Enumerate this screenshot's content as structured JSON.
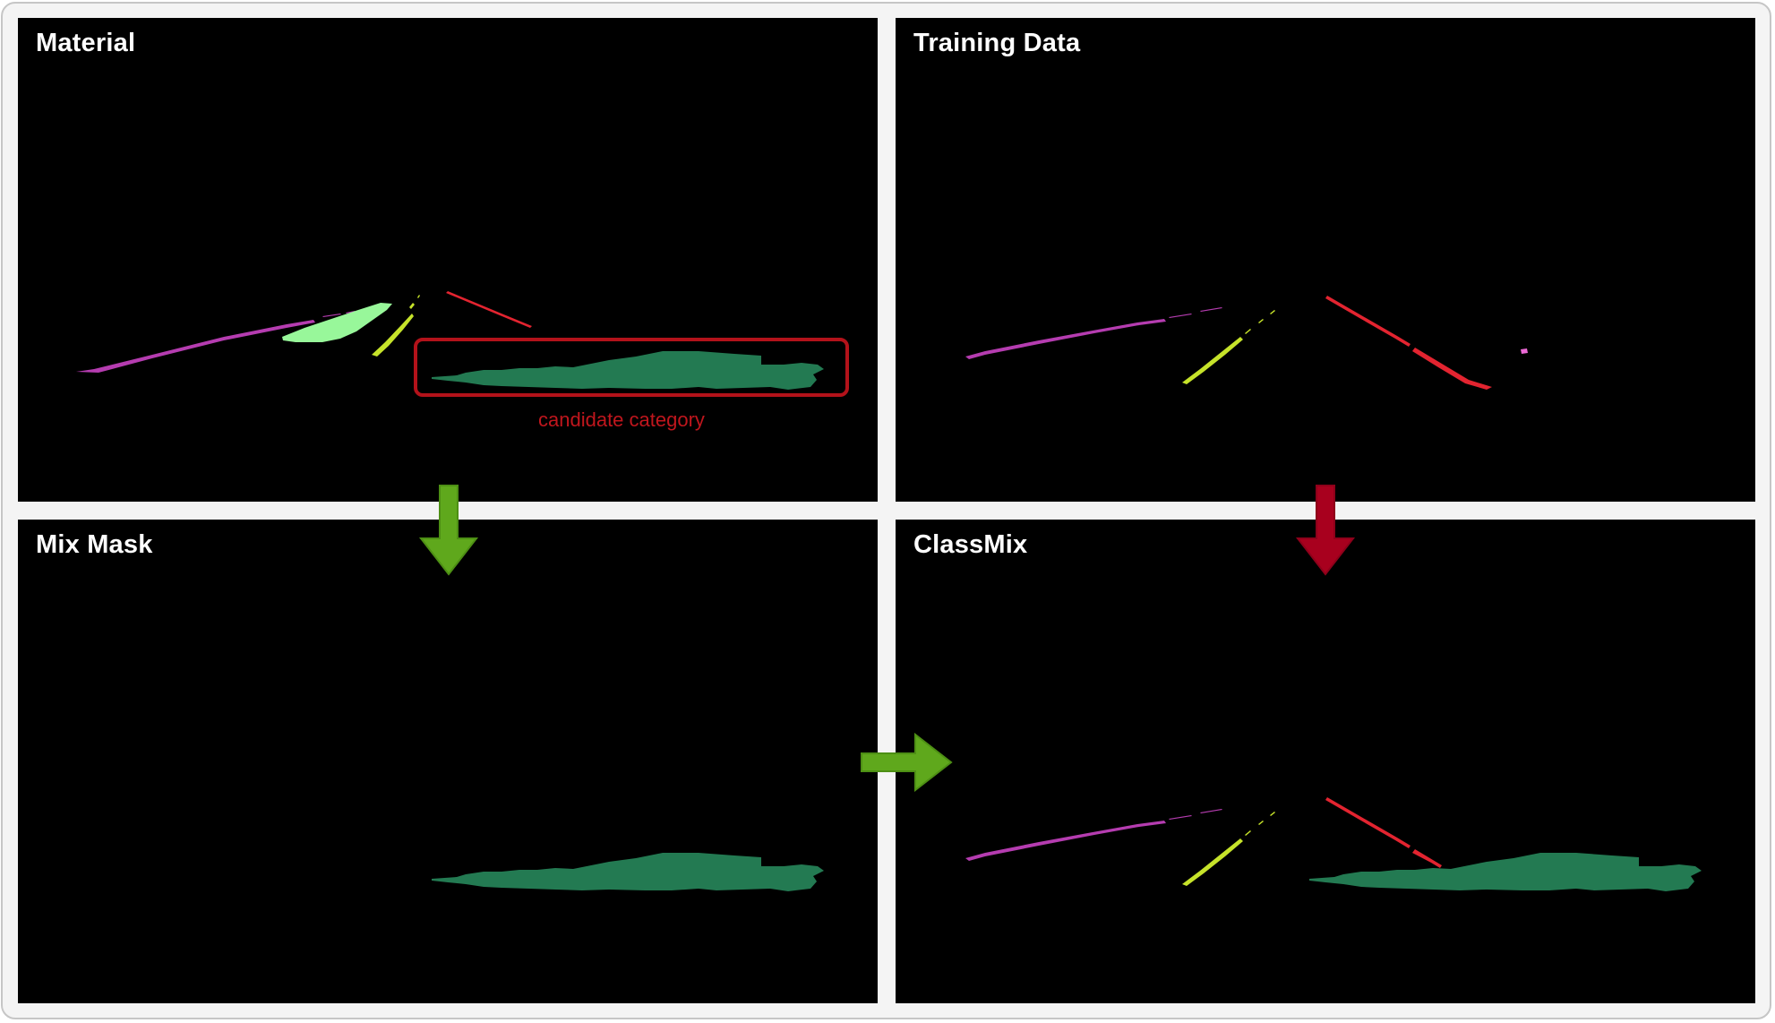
{
  "panels": {
    "material": {
      "title": "Material"
    },
    "training": {
      "title": "Training Data"
    },
    "mixmask": {
      "title": "Mix Mask"
    },
    "classmix": {
      "title": "ClassMix"
    }
  },
  "annotation": {
    "candidate_label": "candidate category",
    "box_color": "#b3121a"
  },
  "colors": {
    "background": "#000000",
    "frame": "#f4f4f4",
    "candidate_region": "#237a52",
    "lane_magenta": "#b53cb0",
    "lane_light_green": "#98f79a",
    "lane_yellow_green": "#c6e32a",
    "lane_red": "#e32430",
    "arrow_green": "#5fa81c",
    "arrow_red": "#a8001e"
  },
  "arrows": [
    {
      "name": "material-to-mixmask",
      "direction": "down",
      "color": "#5fa81c"
    },
    {
      "name": "training-to-classmix",
      "direction": "down",
      "color": "#a8001e"
    },
    {
      "name": "mixmask-to-classmix",
      "direction": "right",
      "color": "#5fa81c"
    }
  ]
}
